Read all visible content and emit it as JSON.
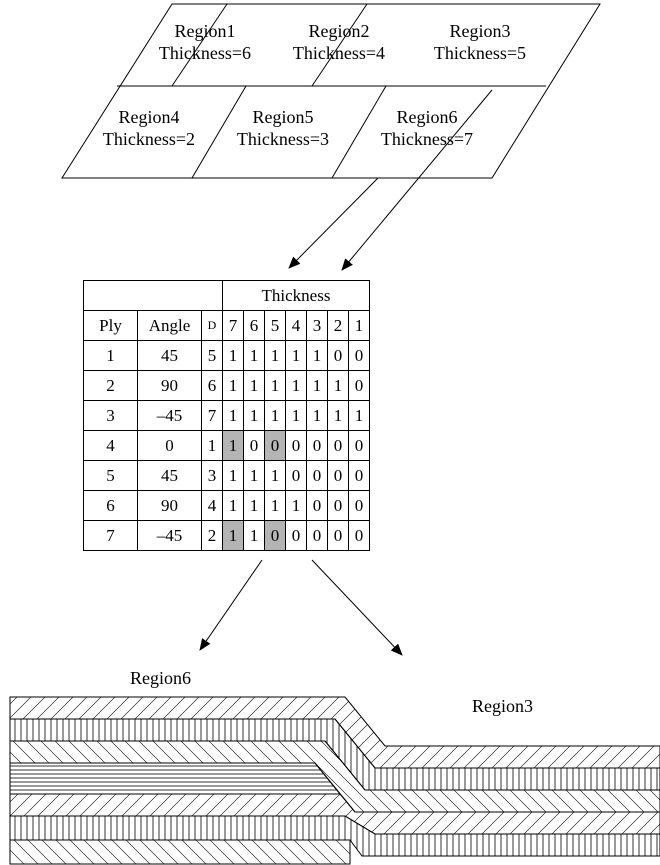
{
  "regions": [
    {
      "name": "Region1",
      "thickness_label": "Thickness=6"
    },
    {
      "name": "Region2",
      "thickness_label": "Thickness=4"
    },
    {
      "name": "Region3",
      "thickness_label": "Thickness=5"
    },
    {
      "name": "Region4",
      "thickness_label": "Thickness=2"
    },
    {
      "name": "Region5",
      "thickness_label": "Thickness=3"
    },
    {
      "name": "Region6",
      "thickness_label": "Thickness=7"
    }
  ],
  "table": {
    "group_header": "Thickness",
    "headers": [
      "Ply",
      "Angle",
      "D",
      "7",
      "6",
      "5",
      "4",
      "3",
      "2",
      "1"
    ],
    "rows": [
      [
        "1",
        "45",
        "5",
        "1",
        "1",
        "1",
        "1",
        "1",
        "0",
        "0"
      ],
      [
        "2",
        "90",
        "6",
        "1",
        "1",
        "1",
        "1",
        "1",
        "1",
        "0"
      ],
      [
        "3",
        "–45",
        "7",
        "1",
        "1",
        "1",
        "1",
        "1",
        "1",
        "1"
      ],
      [
        "4",
        "0",
        "1",
        "1",
        "0",
        "0",
        "0",
        "0",
        "0",
        "0"
      ],
      [
        "5",
        "45",
        "3",
        "1",
        "1",
        "1",
        "0",
        "0",
        "0",
        "0"
      ],
      [
        "6",
        "90",
        "4",
        "1",
        "1",
        "1",
        "1",
        "0",
        "0",
        "0"
      ],
      [
        "7",
        "–45",
        "2",
        "1",
        "1",
        "0",
        "0",
        "0",
        "0",
        "0"
      ]
    ],
    "highlight_columns": [
      "7",
      "5"
    ],
    "highlight_rows": [
      "4",
      "7"
    ]
  },
  "laminate": {
    "left_label": "Region6",
    "right_label": "Region3",
    "stack_top_to_bottom": [
      "45",
      "90",
      "-45",
      "0",
      "45",
      "90",
      "-45"
    ]
  }
}
